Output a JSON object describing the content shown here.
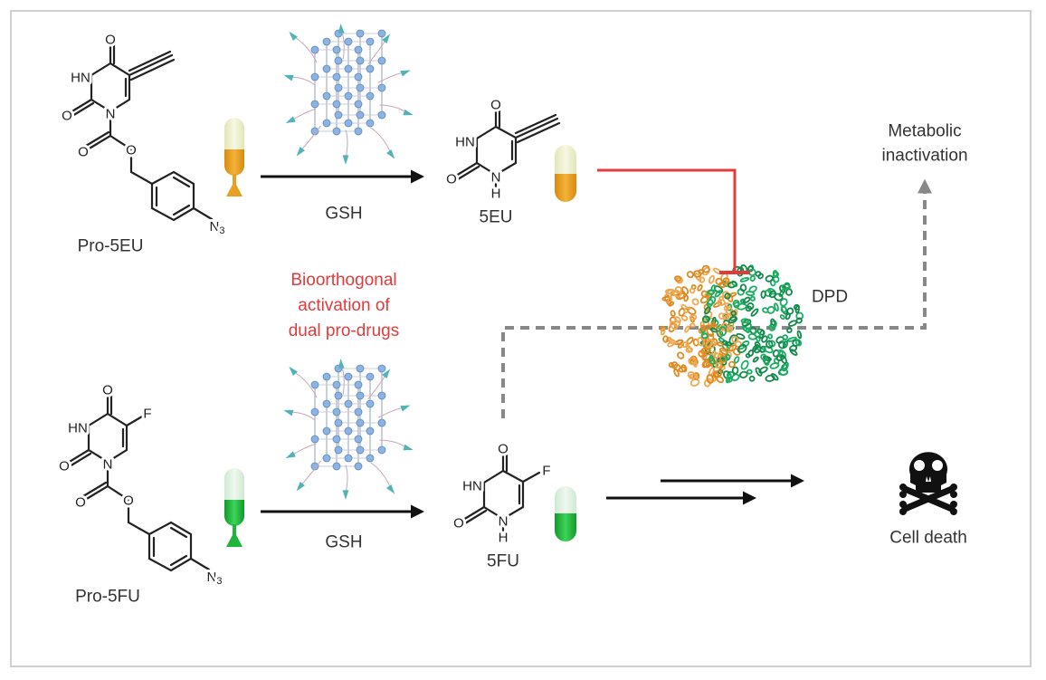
{
  "molecules": {
    "pro_5eu": {
      "label": "Pro-5EU",
      "atoms": {
        "o_top": "O",
        "hn": "HN",
        "o_left": "O",
        "n": "N",
        "o_carbonyl": "O",
        "o_ester": "O",
        "azide": "N",
        "azide_sub": "3"
      }
    },
    "pro_5fu": {
      "label": "Pro-5FU",
      "atoms": {
        "o_top": "O",
        "hn": "HN",
        "o_left": "O",
        "n": "N",
        "o_carbonyl": "O",
        "o_ester": "O",
        "f": "F",
        "azide": "N",
        "azide_sub": "3"
      }
    },
    "eu": {
      "label": "5EU",
      "atoms": {
        "o_top": "O",
        "hn": "HN",
        "o_left": "O",
        "n": "N",
        "h": "H"
      }
    },
    "fu": {
      "label": "5FU",
      "atoms": {
        "o_top": "O",
        "hn": "HN",
        "o_left": "O",
        "n": "N",
        "h": "H",
        "f": "F"
      }
    }
  },
  "reagents": {
    "top": "GSH",
    "bottom": "GSH"
  },
  "annotation": [
    "Bioorthogonal",
    "activation of",
    "dual pro-drugs"
  ],
  "enzyme": "DPD",
  "outcome_top": [
    "Metabolic",
    "inactivation"
  ],
  "outcome_bottom": "Cell death",
  "colors": {
    "inhibition": "#e23b3b",
    "annotation": "#e23b3b",
    "orange_drug": "#e8a020",
    "green_drug": "#1fb53c",
    "dashed_path": "#888888"
  }
}
